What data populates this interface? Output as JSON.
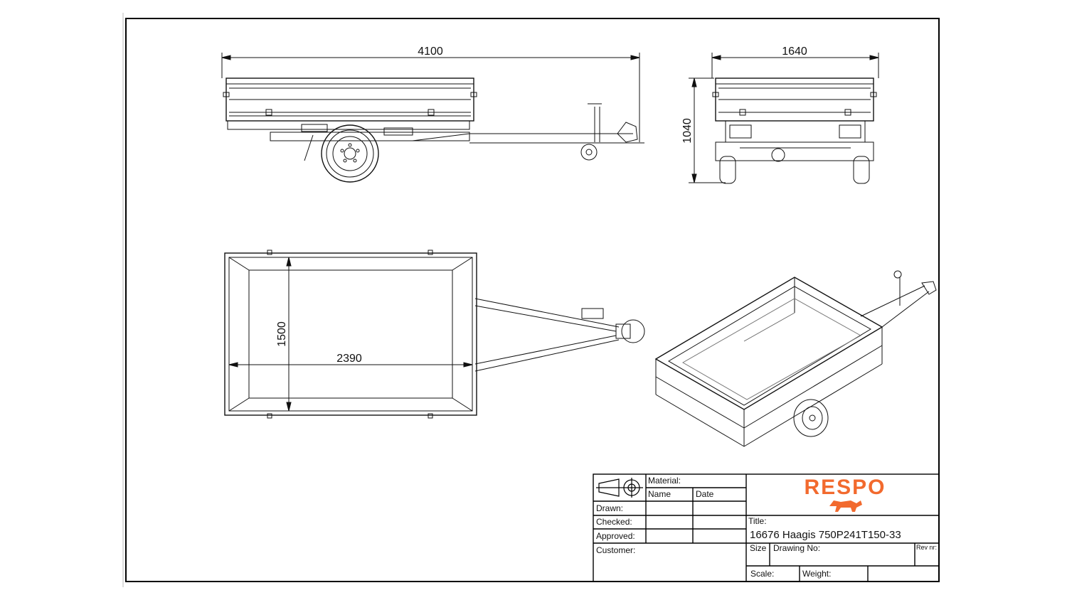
{
  "dimensions": {
    "overall_length": "4100",
    "overall_width": "1640",
    "overall_height": "1040",
    "inner_width": "1500",
    "inner_length": "2390"
  },
  "title_block": {
    "material_label": "Material:",
    "name_label": "Name",
    "date_label": "Date",
    "drawn_label": "Drawn:",
    "checked_label": "Checked:",
    "approved_label": "Approved:",
    "customer_label": "Customer:",
    "brand": "RESPO",
    "brand_color": "#f26a2e",
    "title_label": "Title:",
    "title_value": "16676 Haagis 750P241T150-33",
    "size_label": "Size",
    "drawing_no_label": "Drawing No:",
    "rev_label": "Rev nr:",
    "scale_label": "Scale:",
    "weight_label": "Weight:"
  }
}
